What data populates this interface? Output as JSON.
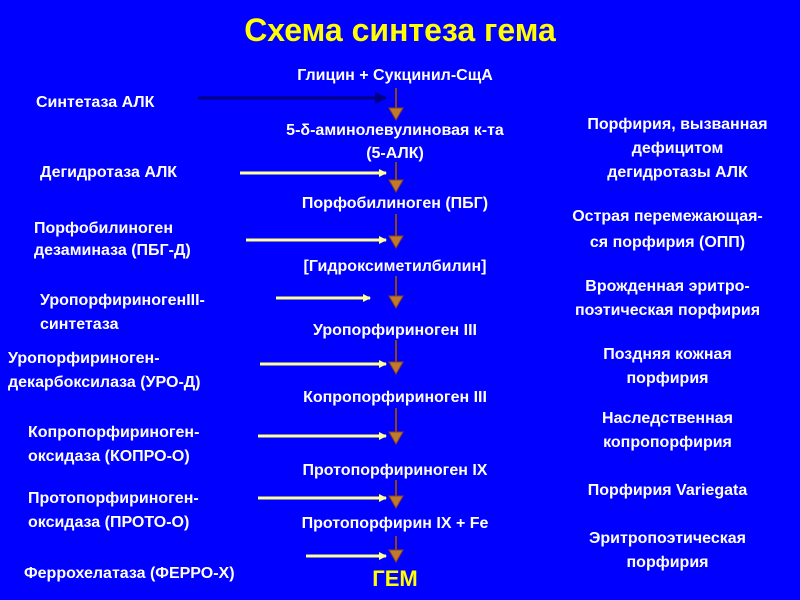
{
  "title": "Схема синтеза гема",
  "substrates": [
    "Глицин + Сукцинил-СщА",
    "5-δ-аминолевулиновая к-та",
    "(5-АЛК)",
    "Порфобилиноген (ПБГ)",
    "[Гидроксиметилбилин]",
    "Уропорфириноген III",
    "Копропорфириноген III",
    "Протопорфириноген IX",
    "Протопорфирин IX + Fe"
  ],
  "product": "ГЕМ",
  "enzymes": [
    [
      "Синтетаза АЛК"
    ],
    [
      "Дегидротаза АЛК"
    ],
    [
      "Порфобилиноген",
      "дезаминаза (ПБГ-Д)"
    ],
    [
      "УропорфириногенIII-",
      "синтетаза"
    ],
    [
      "Уропорфириноген-",
      "декарбоксилаза (УРО-Д)"
    ],
    [
      "Копропорфириноген-",
      "оксидаза (КОПРО-О)"
    ],
    [
      "Протопорфириноген-",
      "оксидаза (ПРОТО-О)"
    ],
    [
      "Феррохелатаза (ФЕРРО-Х)"
    ]
  ],
  "diseases": [
    [
      "Порфирия, вызванная",
      "дефицитом",
      "дегидротазы АЛК"
    ],
    [
      "Острая перемежающая-",
      "ся порфирия (ОПП)"
    ],
    [
      "Врожденная эритро-",
      "поэтическая порфирия"
    ],
    [
      "Поздняя кожная",
      "порфирия"
    ],
    [
      "Наследственная",
      "копропорфирия"
    ],
    [
      "Порфирия Variegata"
    ],
    [
      "Эритропоэтическая",
      "порфирия"
    ]
  ],
  "colors": {
    "background": "#0000ff",
    "title": "#ffff00",
    "text": "#ffffff",
    "enzyme_arrow": "#ffff99",
    "first_arrow": "#000080",
    "chain_arrow": "#8b4513"
  }
}
